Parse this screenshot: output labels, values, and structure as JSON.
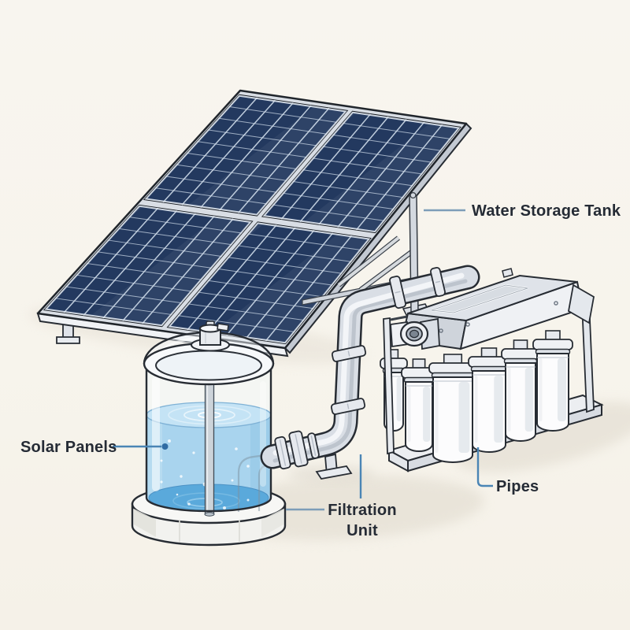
{
  "figure": {
    "type": "technical-illustration",
    "background": "#f7f4ec",
    "ink": "#23282f",
    "labels": {
      "water_storage_tank": "Water Storage Tank",
      "solar_panels": "Solar Panels",
      "filtration_unit_line1": "Filtration",
      "filtration_unit_line2": "Unit",
      "pipes": "Pipes"
    },
    "colors": {
      "label_text": "#252b35",
      "leader_primary": "#4a85b5",
      "leader_soft": "#7d9db8",
      "leader_dot": "#2f6ba3",
      "panel_navy": "#23395f",
      "panel_grid": "#cfdcea",
      "water_light": "#a9d4ee",
      "water_surface": "#c4e3f5",
      "water_deep": "#58a8db",
      "metal_light": "#eceef1",
      "metal_mid": "#d9dee5"
    }
  }
}
